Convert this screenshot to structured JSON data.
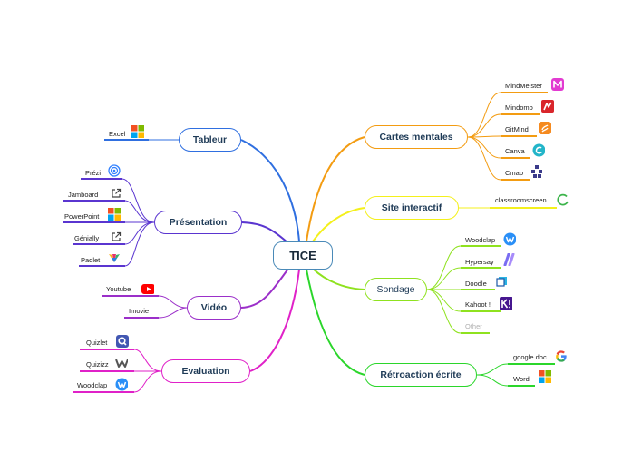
{
  "root": {
    "label": "TICE"
  },
  "branches": {
    "tableur": "Tableur",
    "presentation": "Présentation",
    "video": "Vidéo",
    "evaluation": "Evaluation",
    "cartes": "Cartes mentales",
    "site": "Site interactif",
    "sondage": "Sondage",
    "retroaction": "Rétroaction écrite"
  },
  "leaves": {
    "excel": "Excel",
    "prezi": "Prézi",
    "jamboard": "Jamboard",
    "powerpoint": "PowerPoint",
    "genially": "Génially",
    "padlet": "Padlet",
    "youtube": "Youtube",
    "imovie": "Imovie",
    "quizlet": "Quizlet",
    "quizizz": "Quizizz",
    "wooclap_eval": "Woodclap",
    "mindmeister": "MindMeister",
    "mindomo": "Mindomo",
    "glitmind": "GitMind",
    "canva": "Canva",
    "cmap": "Cmap",
    "classroomscreen": "classroomscreen",
    "wooclap": "Woodclap",
    "hypersay": "Hypersay",
    "doodle": "Doodle",
    "kahoot": "Kahoot !",
    "other": "Other",
    "googledoc": "google doc",
    "word": "Word"
  },
  "colors": {
    "tableur": "#2f6fe0",
    "presentation": "#5a35d0",
    "video": "#9b2fc9",
    "evaluation": "#e021c8",
    "cartes": "#f39c12",
    "site": "#f4f01c",
    "sondage": "#8fe21f",
    "retroaction": "#2bd62b"
  },
  "icons": {
    "excel": "windows-tiles-icon",
    "prezi": "prezi-circle-icon",
    "jamboard": "external-link-icon",
    "powerpoint": "windows-tiles-icon",
    "genially": "external-link-icon",
    "padlet": "padlet-fan-icon",
    "youtube": "youtube-icon",
    "quizlet": "quizlet-icon",
    "quizizz": "quizizz-icon",
    "wooclap_eval": "wooclap-icon",
    "mindmeister": "mindmeister-icon",
    "mindomo": "mindomo-icon",
    "glitmind": "gitmind-icon",
    "canva": "canva-icon",
    "cmap": "cmap-icon",
    "classroomscreen": "classroomscreen-icon",
    "wooclap": "wooclap-icon",
    "hypersay": "hypersay-icon",
    "doodle": "doodle-icon",
    "kahoot": "kahoot-icon",
    "googledoc": "google-icon",
    "word": "windows-tiles-icon"
  }
}
